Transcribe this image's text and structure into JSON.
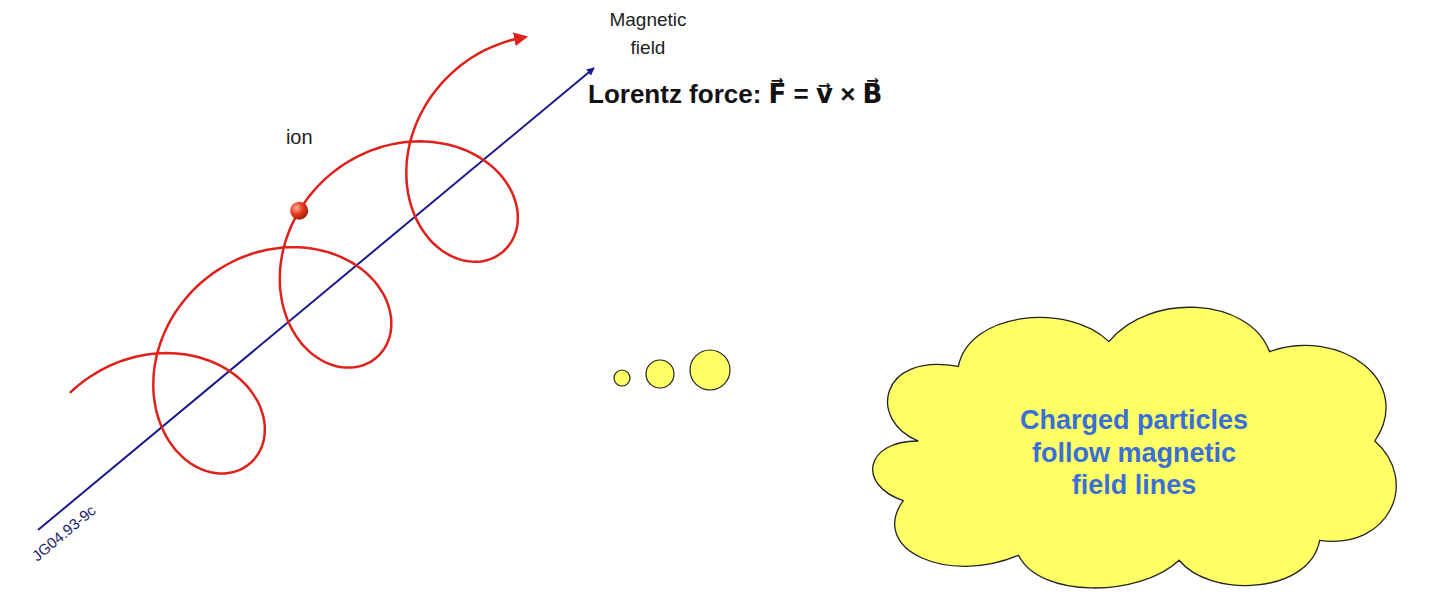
{
  "diagram": {
    "nodes": [
      {
        "text": [
          "Charged particles follow magnetic field lines"
        ]
      }
    ],
    "labels": [
      "Magnetic field",
      "ion",
      "Lorentz force: F⃗ = v⃗ × B⃗",
      "JG04.93-9c"
    ]
  }
}
